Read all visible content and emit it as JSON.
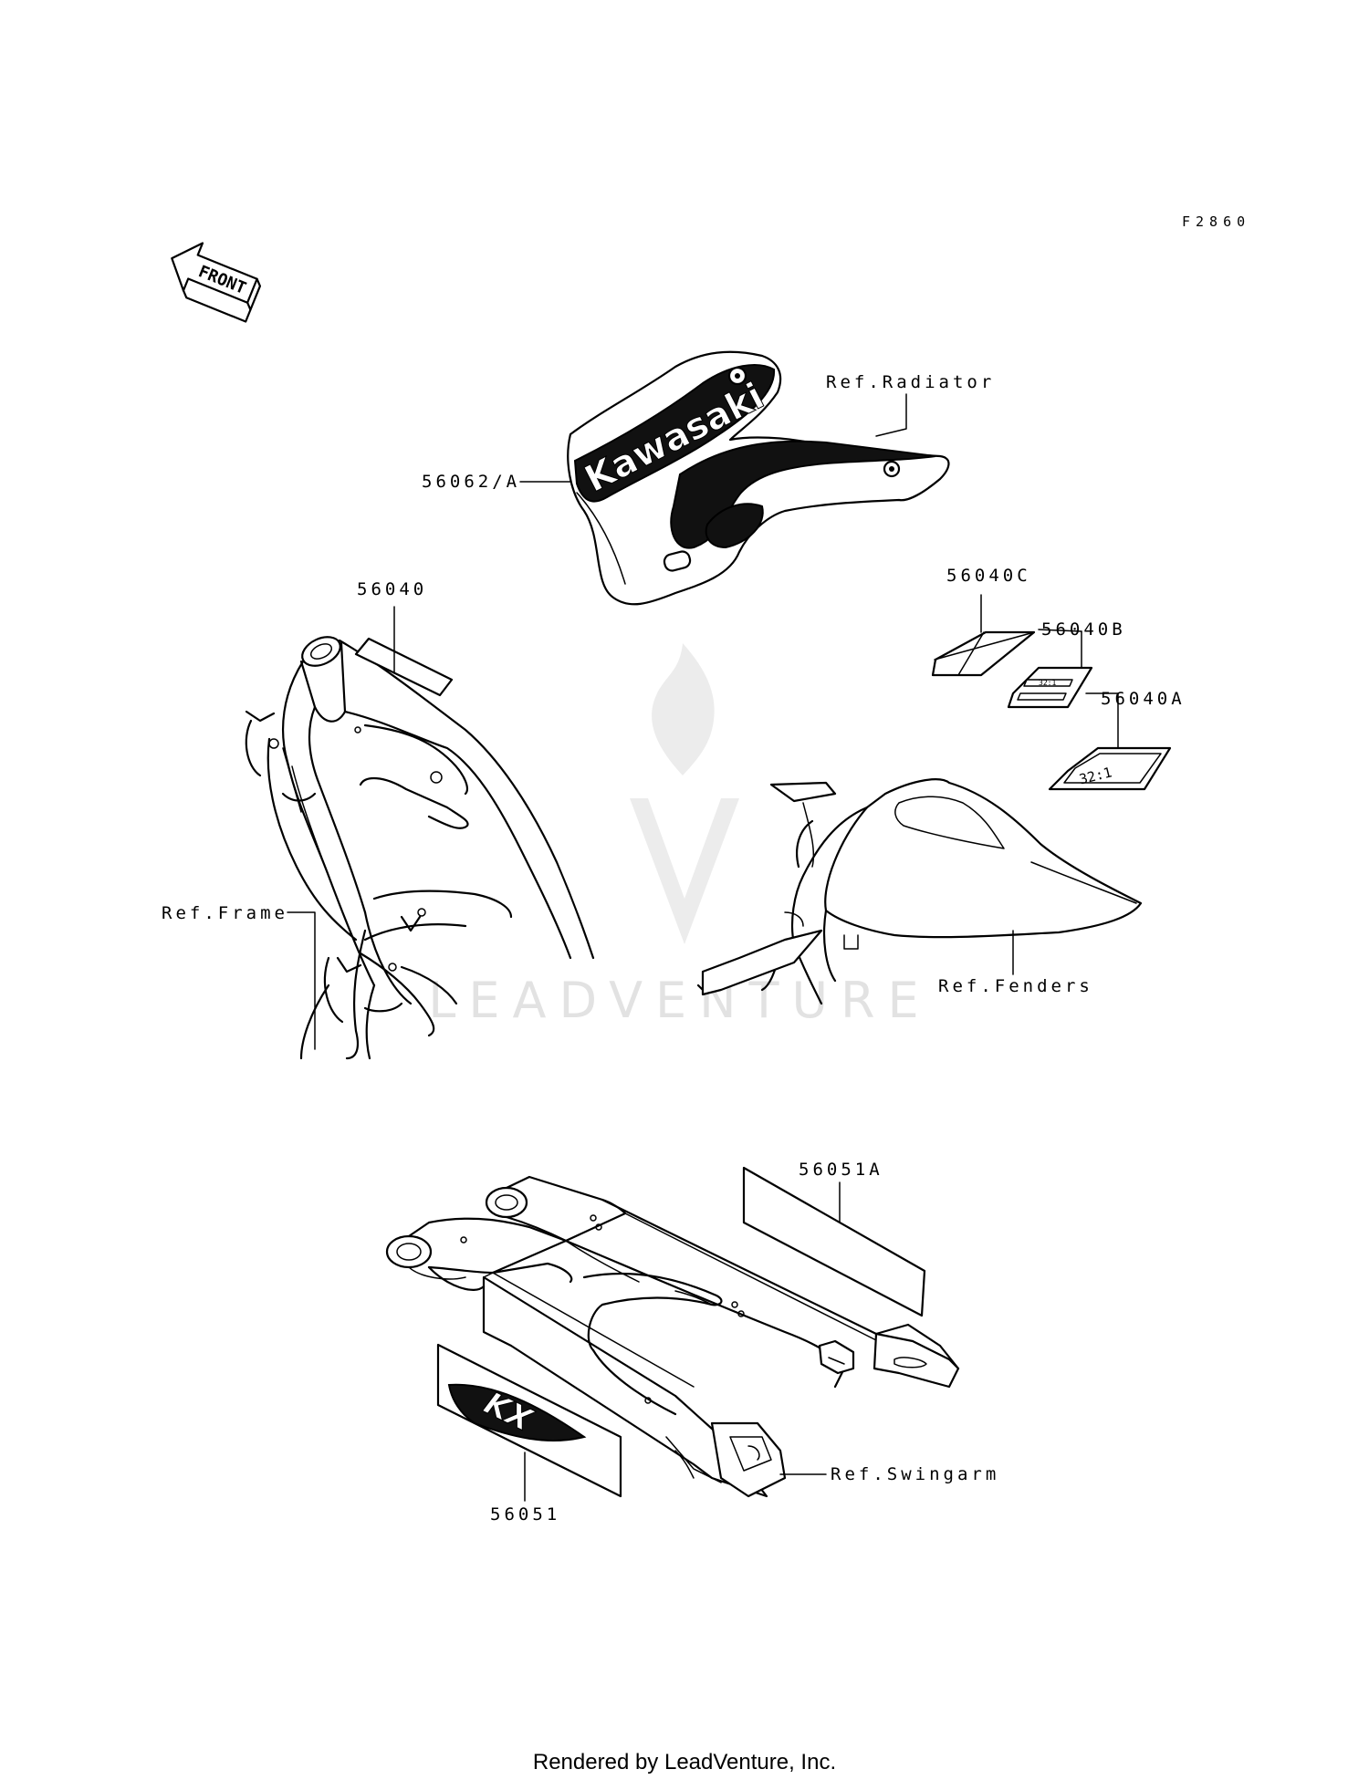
{
  "diagram_code": "F2860",
  "front_arrow": {
    "text": "FRONT",
    "icon": "front-direction-arrow"
  },
  "callouts": {
    "radiator_ref": "Ref.Radiator",
    "shroud_part": "56062/A",
    "frame_label_part": "56040",
    "frame_ref": "Ref.Frame",
    "label_c": "56040C",
    "label_b": "56040B",
    "label_a": "56040A",
    "fenders_ref": "Ref.Fenders",
    "swingarm_label_upper": "56051A",
    "swingarm_label_lower": "56051",
    "swingarm_ref": "Ref.Swingarm"
  },
  "decal_text": {
    "shroud_brand": "Kawasaki",
    "fuel_mix": "32:1",
    "swingarm_logo": "KX"
  },
  "watermark": "LEADVENTURE",
  "footer": "Rendered by LeadVenture, Inc.",
  "colors": {
    "ink": "#000000",
    "background": "#ffffff",
    "watermark": "#e2e2e2"
  }
}
